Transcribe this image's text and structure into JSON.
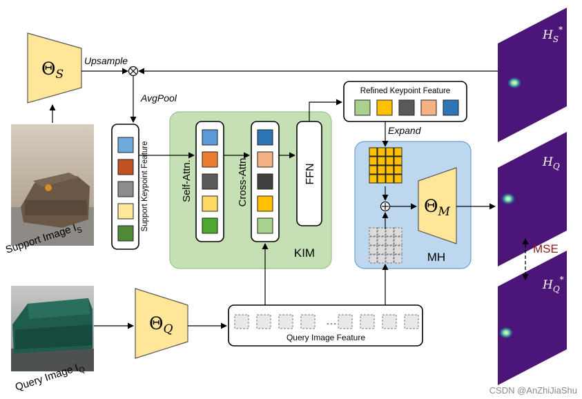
{
  "encoders": {
    "support": {
      "symbol": "Θ",
      "subscript": "S"
    },
    "query": {
      "symbol": "Θ",
      "subscript": "Q"
    },
    "mh": {
      "symbol": "Θ",
      "subscript": "M"
    }
  },
  "images": {
    "support_label": "Support Image I",
    "support_sub": "S",
    "query_label": "Query Image I",
    "query_sub": "Q"
  },
  "ops": {
    "upsample": "Upsample",
    "avgpool": "AvgPool",
    "expand": "Expand"
  },
  "support_feature": {
    "label": "Support Keypoint Feature",
    "colors": [
      "#6fa8dc",
      "#c0501e",
      "#8c8c8c",
      "#ffe699",
      "#4e8a3a"
    ]
  },
  "kim": {
    "label": "KIM",
    "self_attn": "Self-Attn.",
    "cross_attn": "Cross-Attn.",
    "ffn": "FFN",
    "self_colors": [
      "#5b9bd5",
      "#ed7d31",
      "#595959",
      "#ffd966",
      "#4ea72e"
    ],
    "cross_colors": [
      "#2e75b6",
      "#f4b183",
      "#404040",
      "#ffc000",
      "#a9d18e"
    ]
  },
  "refined": {
    "label": "Refined Keypoint Feature",
    "colors": [
      "#a9d18e",
      "#ffc000",
      "#595959",
      "#f4b183",
      "#2e75b6"
    ]
  },
  "mh": {
    "label": "MH",
    "grid_color": "#ffc000"
  },
  "query_feature": {
    "label": "Query Image Feature",
    "ellipsis": "···"
  },
  "heatmaps": {
    "top": {
      "base": "H",
      "sub": "S",
      "sup": "*"
    },
    "mid": {
      "base": "H",
      "sub": "Q",
      "sup": ""
    },
    "bot": {
      "base": "H",
      "sub": "Q",
      "sup": "*"
    }
  },
  "loss": {
    "label": "MSE",
    "color": "#8b1a1a"
  },
  "watermark": "CSDN @AnZhiJiaShu",
  "colors": {
    "encoder_fill": "#ffe699",
    "kim_fill": "#c5e0b4",
    "kim_stroke": "#9dc38a",
    "mh_fill": "#bdd7ee",
    "mh_stroke": "#6fa0d0",
    "heatmap_bg": "#4b1677",
    "heatmap_blob": "#7ee1a3"
  }
}
